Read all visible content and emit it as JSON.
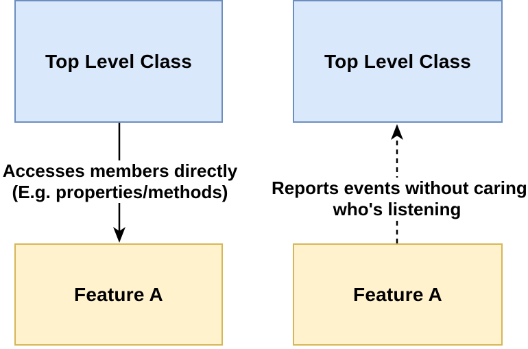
{
  "colors": {
    "class_box_fill": "#dae8fc",
    "class_box_border": "#6c8ebf",
    "feature_box_fill": "#fff2cc",
    "feature_box_border": "#d6b656",
    "arrow_color": "#000000",
    "label_text": "#000000",
    "background": "#ffffff"
  },
  "left": {
    "top_box_label": "Top Level Class",
    "bottom_box_label": "Feature A",
    "arrow_label_line1": "Accesses members directly",
    "arrow_label_line2": "(E.g. properties/methods)",
    "arrow_style": "solid, pointing down"
  },
  "right": {
    "top_box_label": "Top Level Class",
    "bottom_box_label": "Feature A",
    "arrow_label_line1": "Reports events without caring",
    "arrow_label_line2": "who's listening",
    "arrow_style": "dashed, pointing up"
  }
}
